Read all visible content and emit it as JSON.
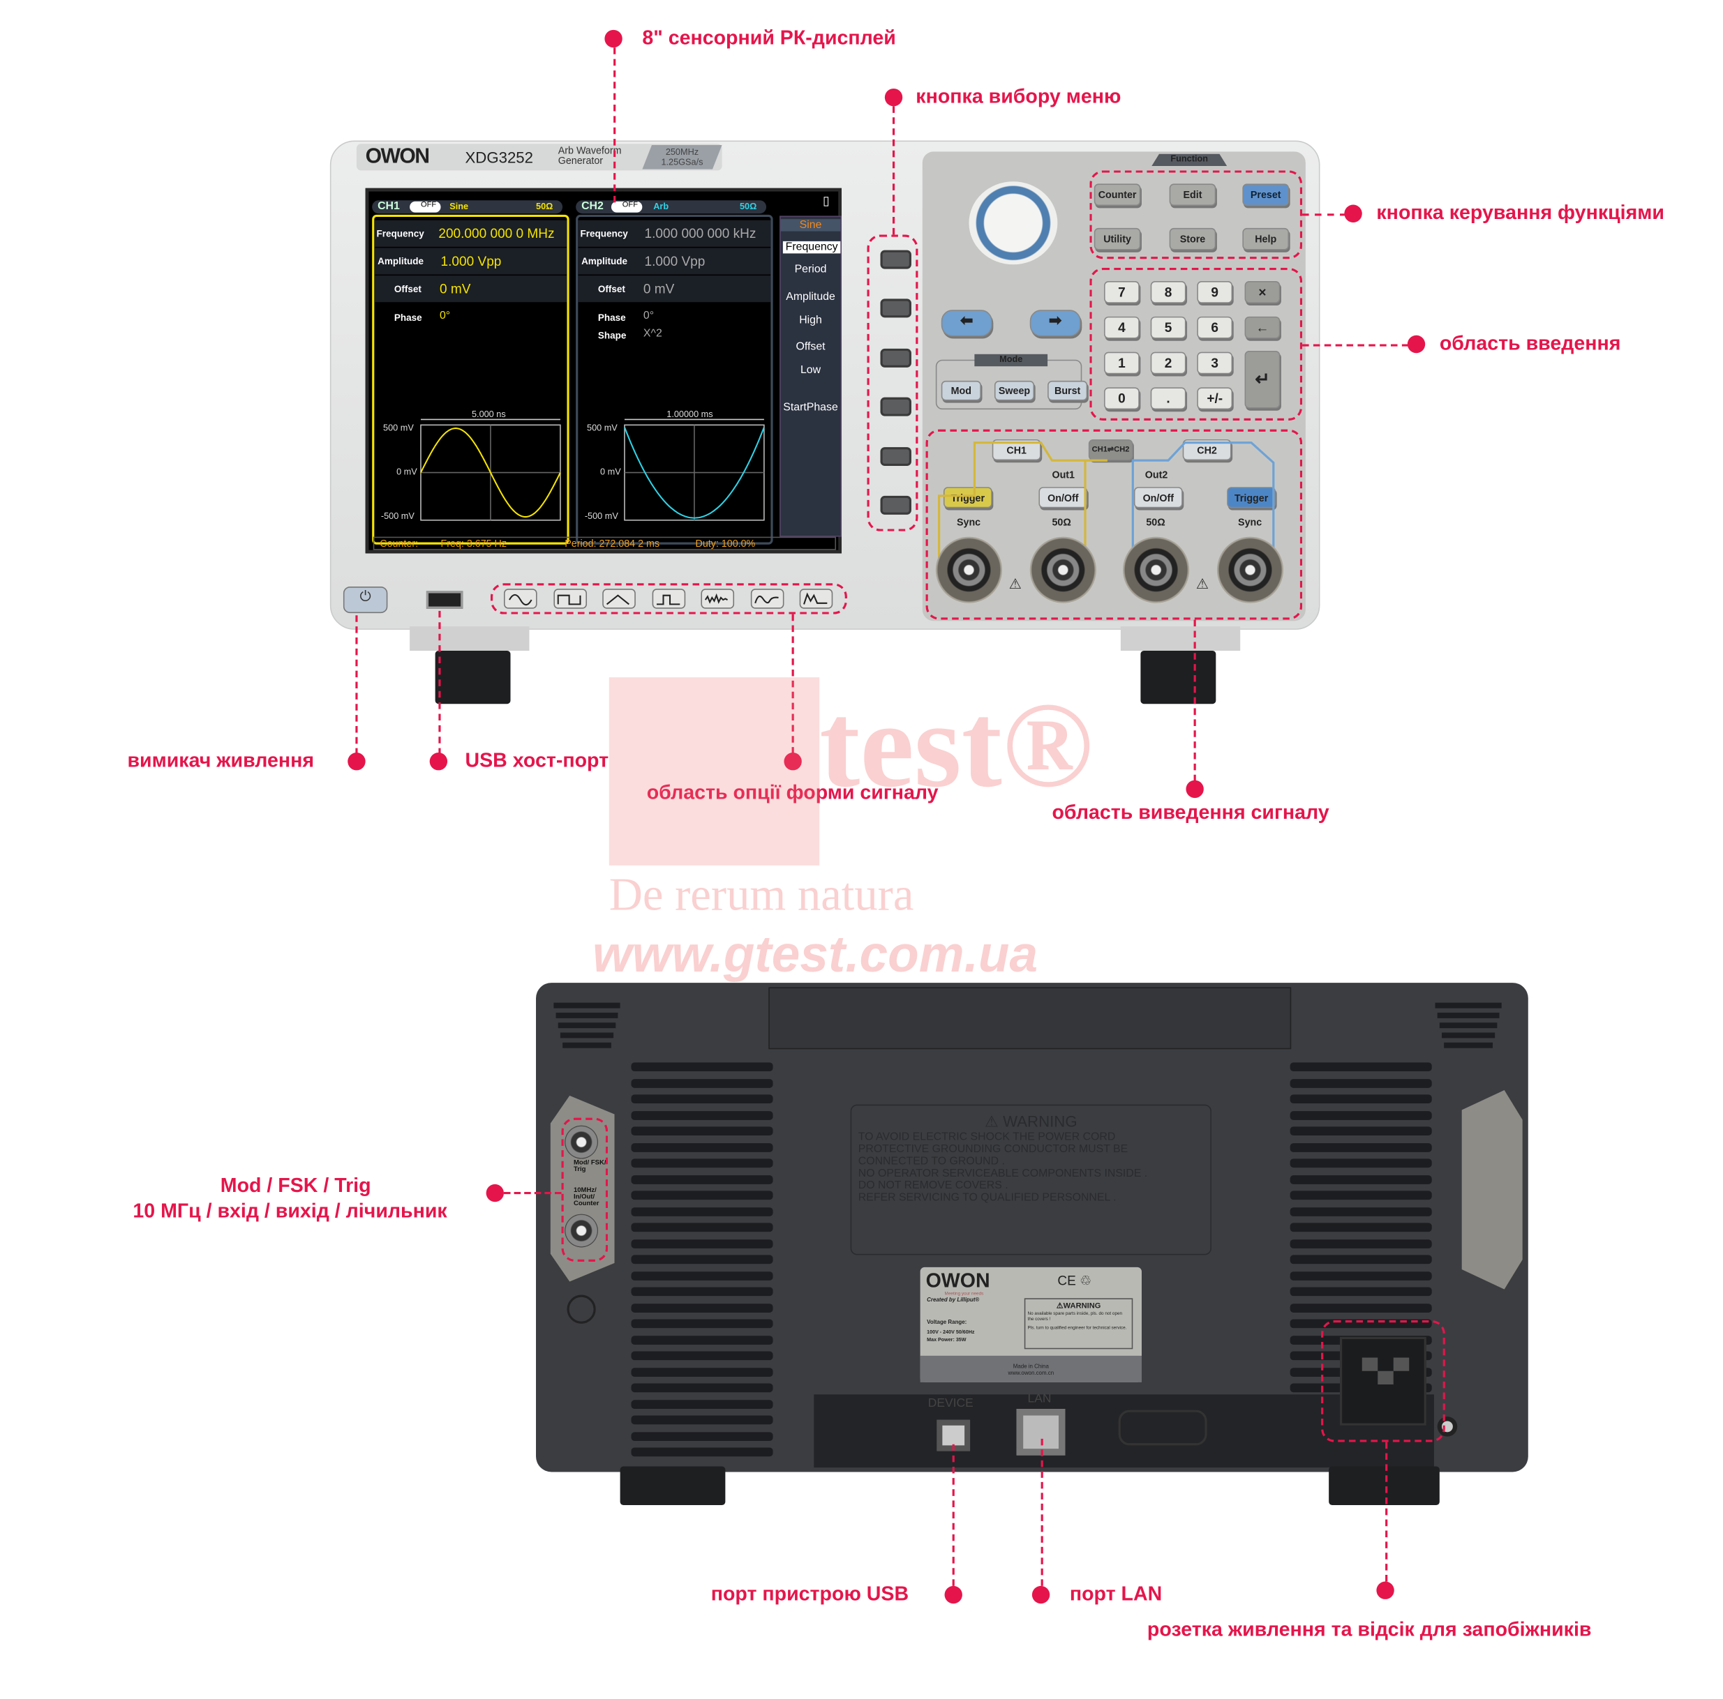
{
  "labels": {
    "lcd": "8\" сенсорний РК-дисплей",
    "menu_select": "кнопка вибору меню",
    "function_keys": "кнопка керування функціями",
    "input_area": "область введення",
    "power": "вимикач живлення",
    "usb_host": "USB хост-порт",
    "waveform_options": "область опції форми сигналу",
    "signal_output": "область виведення сигналу",
    "mod_line1": "Mod / FSK / Trig",
    "mod_line2": "10 МГц / вхід / вихід / лічильник",
    "usb_device": "порт пристрою USB",
    "lan": "порт LAN",
    "power_socket": "розетка живлення та відсік для запобіжників"
  },
  "watermark": {
    "logo": "Gtest®",
    "tagline": "De rerum natura",
    "url": "www.gtest.com.ua"
  },
  "front": {
    "brand": "OWON",
    "model": "XDG3252",
    "desc1": "Arb Waveform",
    "desc2": "Generator",
    "spec1": "250MHz",
    "spec2": "1.25GSa/s"
  },
  "screen": {
    "ch1": {
      "name": "CH1",
      "state": "OFF",
      "wave": "Sine",
      "imp": "50Ω",
      "freq_label": "Frequency",
      "freq": "200.000 000 0 MHz",
      "amp_label": "Amplitude",
      "amp": "1.000 Vpp",
      "off_label": "Offset",
      "off": "0 mV",
      "phase_label": "Phase",
      "phase": "0°",
      "span": "5.000 ns",
      "y_top": "500 mV",
      "y_mid": "0 mV",
      "y_bot": "-500 mV",
      "color": "#f5e400"
    },
    "ch2": {
      "name": "CH2",
      "state": "OFF",
      "wave": "Arb",
      "imp": "50Ω",
      "freq_label": "Frequency",
      "freq": "1.000 000 000 kHz",
      "amp_label": "Amplitude",
      "amp": "1.000 Vpp",
      "off_label": "Offset",
      "off": "0 mV",
      "phase_label": "Phase",
      "phase": "0°",
      "shape_label": "Shape",
      "shape": "X^2",
      "span": "1.00000 ms",
      "y_top": "500 mV",
      "y_mid": "0 mV",
      "y_bot": "-500 mV",
      "color": "#2fd3e6"
    },
    "menu": [
      "Sine",
      "Frequency",
      "Period",
      "Amplitude",
      "High",
      "Offset",
      "Low",
      "StartPhase"
    ],
    "counter": {
      "label": "Counter:",
      "freq": "Freq: 3.675 Hz",
      "period": "Period: 272.084 2 ms",
      "duty": "Duty: 100.0%"
    }
  },
  "panel": {
    "function_title": "Function",
    "function_buttons": [
      "Counter",
      "Edit",
      "Preset",
      "Utility",
      "Store",
      "Help"
    ],
    "keypad": [
      "7",
      "8",
      "9",
      "×",
      "4",
      "5",
      "6",
      "←",
      "1",
      "2",
      "3",
      "↵",
      "0",
      ".",
      "+/-"
    ],
    "mode_title": "Mode",
    "mode_buttons": [
      "Mod",
      "Sweep",
      "Burst"
    ],
    "ch1": "CH1",
    "ch2": "CH2",
    "swap": "CH1⇌CH2",
    "out1": "Out1",
    "out2": "Out2",
    "onoff": "On/Off",
    "trigger": "Trigger",
    "sync": "Sync",
    "ohm": "50Ω"
  },
  "waveform_icons": [
    "sine-icon",
    "square-icon",
    "ramp-icon",
    "pulse-icon",
    "noise-icon",
    "harmonic-icon",
    "arb-icon"
  ],
  "rear": {
    "warning_title": "WARNING",
    "warning_lines": [
      "TO AVOID ELECTRIC SHOCK THE POWER CORD",
      "PROTECTIVE GROUNDING CONDUCTOR MUST BE",
      "CONNECTED TO GROUND .",
      "NO OPERATOR SERVICEABLE COMPONENTS INSIDE .",
      "DO NOT REMOVE COVERS .",
      "REFER SERVICING TO QUALIFIED PERSONNEL ."
    ],
    "plate": {
      "brand": "OWON",
      "tag": "Meeting your needs",
      "created": "Created by Lilliput®",
      "vr": "Voltage Range:",
      "volt": "100V - 240V   50/60Hz",
      "power": "Max Power: 35W",
      "warn": "WARNING",
      "w1": "No available spare parts inside, pls. do not open the covers !",
      "w2": "Pls. turn to qualified engineer for technical service.",
      "made": "Made in China",
      "url": "www.owon.com.cn"
    },
    "bnc_label1": "Mod/ FSK/ Trig",
    "bnc_label2": "10MHz/ In/Out/ Counter",
    "device": "DEVICE",
    "lan": "LAN"
  }
}
